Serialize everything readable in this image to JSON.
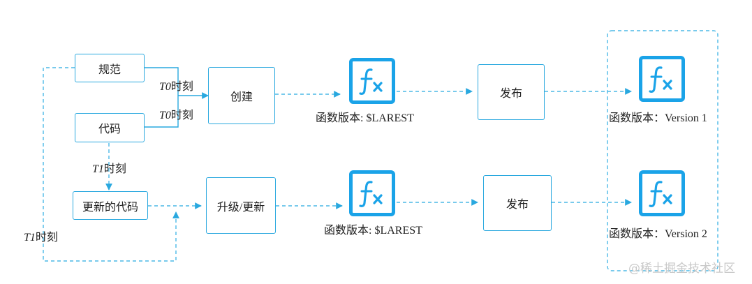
{
  "nodes": {
    "spec": "规范",
    "code": "代码",
    "updated_code": "更新的代码",
    "create": "创建",
    "upgrade": "升级/更新",
    "publish_top": "发布",
    "publish_bottom": "发布"
  },
  "edge_labels": {
    "t0_top": {
      "var": "T0",
      "suffix": "时刻"
    },
    "t0_bottom": {
      "var": "T0",
      "suffix": "时刻"
    },
    "t1_right": {
      "var": "T1",
      "suffix": "时刻"
    },
    "t1_left": {
      "var": "T1",
      "suffix": "时刻"
    }
  },
  "function_versions": {
    "top_middle": "函数版本: $LAREST",
    "bottom_middle": "函数版本: $LAREST",
    "top_right": "函数版本：Version 1",
    "bottom_right": "函数版本：Version 2"
  },
  "icons": [
    "function-icon"
  ],
  "colors": {
    "accent": "#29a8df",
    "icon": "#1aa3e8",
    "dashed": "#4bb8e6"
  },
  "watermark": "@稀土掘金技术社区"
}
